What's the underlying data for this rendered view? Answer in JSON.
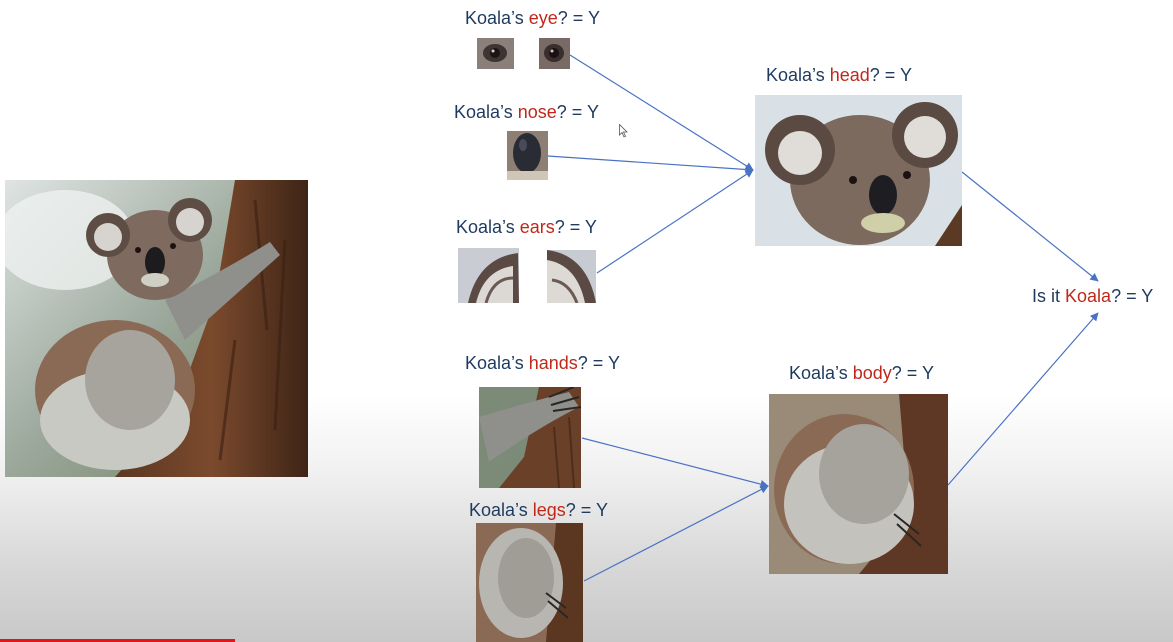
{
  "colors": {
    "text": "#1f3a5f",
    "highlight": "#c0281c",
    "arrow": "#4a72c4",
    "progress": "#e0161b"
  },
  "labels": {
    "eye": {
      "prefix": "Koala’s ",
      "part": "eye",
      "suffix": "? = Y"
    },
    "nose": {
      "prefix": "Koala’s ",
      "part": "nose",
      "suffix": "? = Y"
    },
    "ears": {
      "prefix": "Koala’s ",
      "part": "ears",
      "suffix": "? = Y"
    },
    "hands": {
      "prefix": "Koala’s ",
      "part": "hands",
      "suffix": "? = Y"
    },
    "legs": {
      "prefix": "Koala’s ",
      "part": "legs",
      "suffix": "? = Y"
    },
    "head": {
      "prefix": "Koala’s ",
      "part": "head",
      "suffix": "? = Y"
    },
    "body": {
      "prefix": "Koala’s ",
      "part": "body",
      "suffix": "? = Y"
    },
    "final": {
      "prefix": "Is it ",
      "part": "Koala",
      "suffix": "? = Y"
    }
  },
  "video": {
    "progress_fraction": 0.2
  }
}
